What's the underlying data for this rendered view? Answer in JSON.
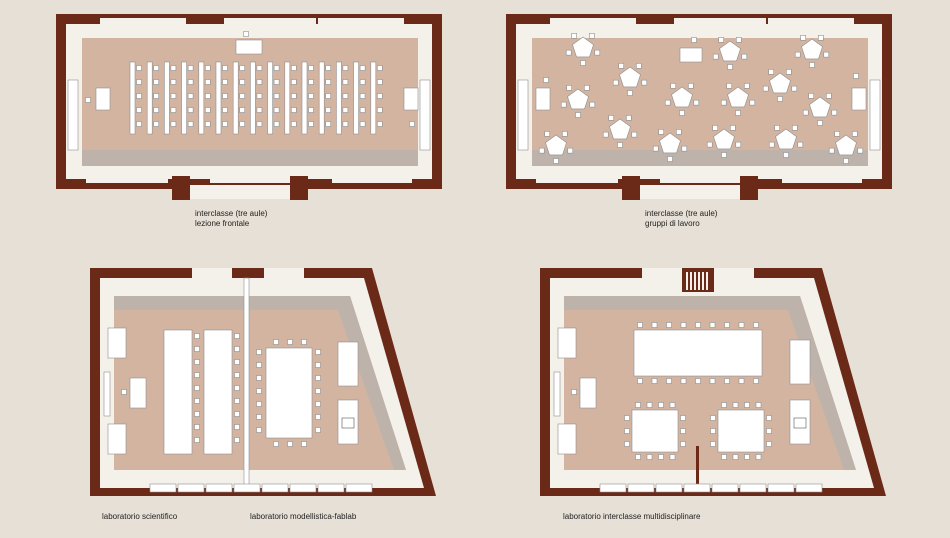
{
  "colors": {
    "background": "#e6e0d7",
    "wall": "#6b2a17",
    "floor": "#d2b4a1",
    "ledge": "#f4f0ea",
    "furniture": "#ffffff",
    "furniture_edge": "#8f8f8f",
    "shadow": "#bdb3aa"
  },
  "plans": [
    {
      "id": "plan-frontal",
      "layout": "lecture",
      "caption": [
        "interclasse (tre aule)",
        "lezione frontale"
      ]
    },
    {
      "id": "plan-groups",
      "layout": "groups",
      "caption": [
        "interclasse (tre aule)",
        "gruppi di lavoro"
      ]
    },
    {
      "id": "plan-lab-science",
      "layout": "science-lab",
      "caption": [
        "laboratorio scientifico"
      ]
    },
    {
      "id": "plan-lab-fablab",
      "layout": "fablab",
      "caption": [
        "laboratorio modellistica-fablab"
      ]
    },
    {
      "id": "plan-multi",
      "layout": "multi",
      "caption": [
        "laboratorio interclasse multidisciplinare"
      ]
    }
  ]
}
